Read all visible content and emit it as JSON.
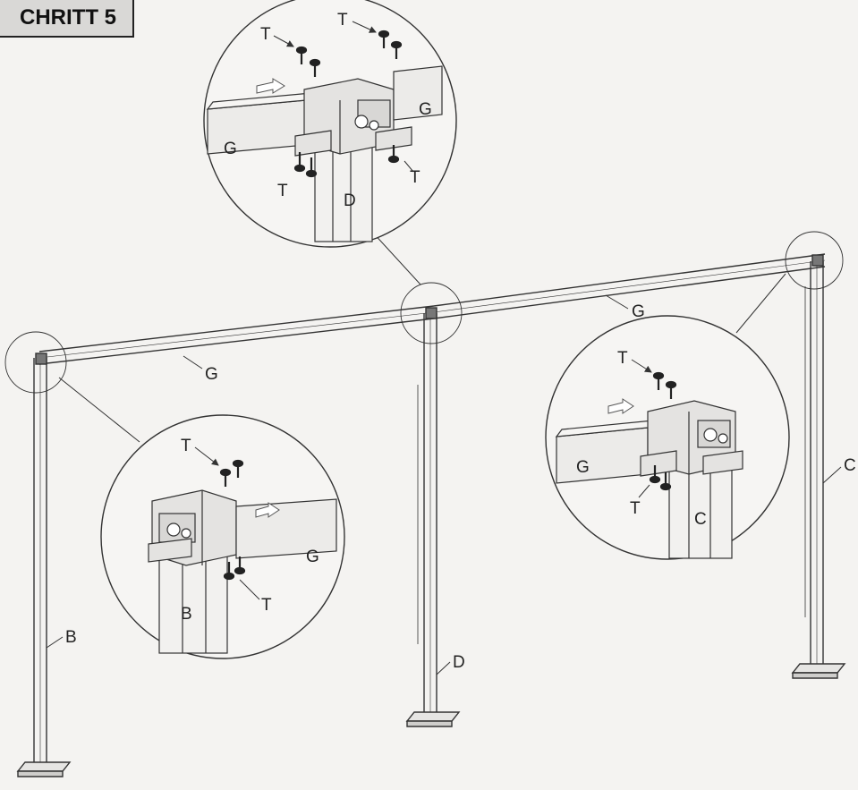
{
  "step": {
    "title": "CHRITT 5"
  },
  "parts": {
    "beam": "G",
    "screw": "T",
    "post_left": "B",
    "post_middle": "D",
    "post_right": "C"
  }
}
